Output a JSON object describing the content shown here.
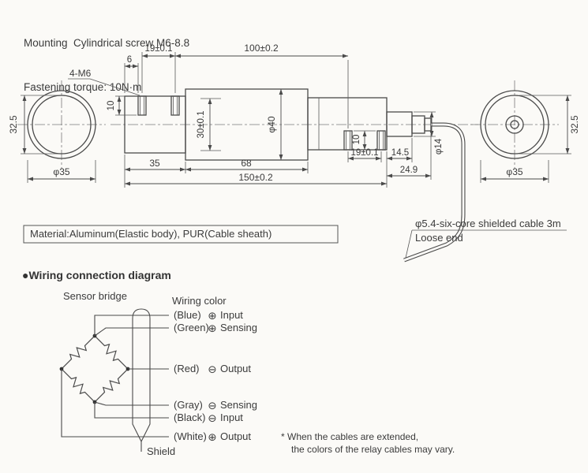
{
  "header": {
    "line1": "Mounting  Cylindrical screw M6-8.8",
    "line2": "Fastening torque: 10N·m"
  },
  "drawing": {
    "label_4m6": "4-M6",
    "dims": {
      "pitch_top": "19±0.1",
      "length_100": "100±0.2",
      "offset_6": "6",
      "depth_left_10": "10",
      "height_left_32_5": "32.5",
      "dia_left_35": "φ35",
      "bore_30": "30±0.1",
      "dia_40": "φ40",
      "len_35": "35",
      "len_68": "68",
      "len_150": "150±0.2",
      "depth_right_10": "10",
      "pitch_bottom": "19±0.1",
      "len_14_5": "14.5",
      "len_24_9": "24.9",
      "dia_14": "φ14",
      "height_right_32_5": "32.5",
      "dia_right_35": "φ35"
    },
    "cable_note": "φ5.4-six-core shielded cable 3m",
    "loose_end": "Loose end",
    "material_note": "Material:Aluminum(Elastic body), PUR(Cable sheath)"
  },
  "wiring": {
    "bullet": "●",
    "title": "Wiring connection diagram",
    "sensor_bridge": "Sensor bridge",
    "wiring_color": "Wiring color",
    "wires": [
      {
        "color": "(Blue)",
        "polarity": "⊕",
        "signal": "Input"
      },
      {
        "color": "(Green)",
        "polarity": "⊕",
        "signal": "Sensing"
      },
      {
        "color": "(Red)",
        "polarity": "⊖",
        "signal": "Output"
      },
      {
        "color": "(Gray)",
        "polarity": "⊖",
        "signal": "Sensing"
      },
      {
        "color": "(Black)",
        "polarity": "⊖",
        "signal": "Input"
      },
      {
        "color": "(White)",
        "polarity": "⊕",
        "signal": "Output"
      }
    ],
    "shield": "Shield",
    "note1": "* When the cables are extended,",
    "note2": "the colors of the relay cables may vary."
  }
}
